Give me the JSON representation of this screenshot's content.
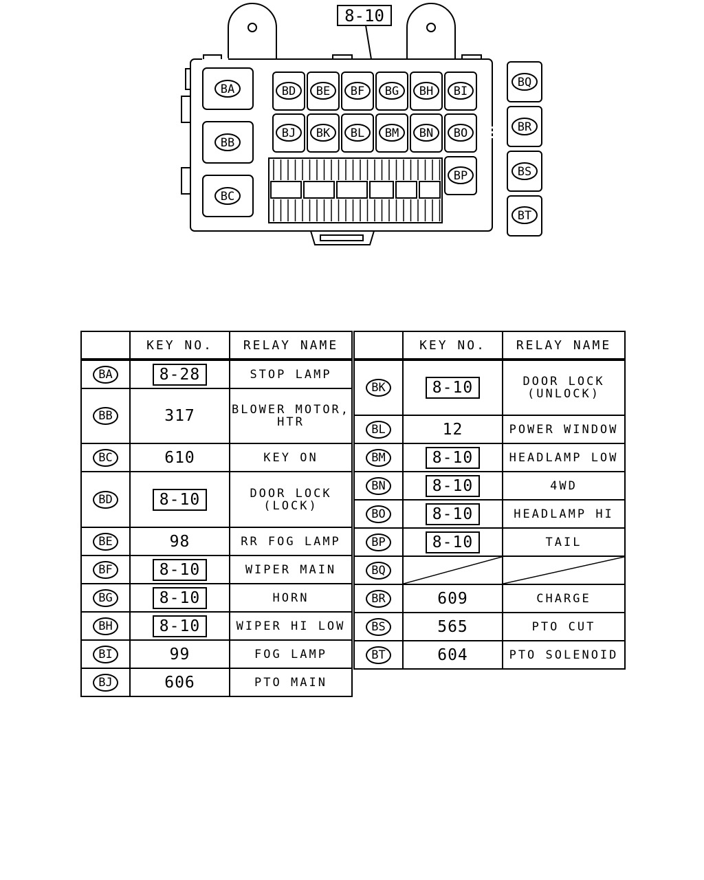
{
  "diagram": {
    "callout": "8-10",
    "tabs": {
      "BA": "BA",
      "BB": "BB",
      "BC": "BC",
      "BD": "BD",
      "BE": "BE",
      "BF": "BF",
      "BG": "BG",
      "BH": "BH",
      "BI": "BI",
      "BJ": "BJ",
      "BK": "BK",
      "BL": "BL",
      "BM": "BM",
      "BN": "BN",
      "BO": "BO",
      "BP": "BP",
      "BQ": "BQ",
      "BR": "BR",
      "BS": "BS",
      "BT": "BT"
    }
  },
  "table_left": {
    "headers": {
      "blank": "",
      "key_no": "KEY NO.",
      "relay_name": "RELAY NAME"
    },
    "rows": [
      {
        "id": "BA",
        "key": "8-28",
        "boxed": true,
        "name": "STOP LAMP"
      },
      {
        "id": "BB",
        "key": "317",
        "boxed": false,
        "name": "BLOWER MOTOR,\nHTR"
      },
      {
        "id": "BC",
        "key": "610",
        "boxed": false,
        "name": "KEY ON"
      },
      {
        "id": "BD",
        "key": "8-10",
        "boxed": true,
        "name": "DOOR LOCK\n(LOCK)"
      },
      {
        "id": "BE",
        "key": "98",
        "boxed": false,
        "name": "RR FOG LAMP"
      },
      {
        "id": "BF",
        "key": "8-10",
        "boxed": true,
        "name": "WIPER MAIN"
      },
      {
        "id": "BG",
        "key": "8-10",
        "boxed": true,
        "name": "HORN"
      },
      {
        "id": "BH",
        "key": "8-10",
        "boxed": true,
        "name": "WIPER HI LOW"
      },
      {
        "id": "BI",
        "key": "99",
        "boxed": false,
        "name": "FOG LAMP"
      },
      {
        "id": "BJ",
        "key": "606",
        "boxed": false,
        "name": "PTO MAIN"
      }
    ]
  },
  "table_right": {
    "headers": {
      "blank": "",
      "key_no": "KEY NO.",
      "relay_name": "RELAY NAME"
    },
    "rows": [
      {
        "id": "BK",
        "key": "8-10",
        "boxed": true,
        "name": "DOOR LOCK\n(UNLOCK)"
      },
      {
        "id": "BL",
        "key": "12",
        "boxed": false,
        "name": "POWER WINDOW"
      },
      {
        "id": "BM",
        "key": "8-10",
        "boxed": true,
        "name": "HEADLAMP LOW"
      },
      {
        "id": "BN",
        "key": "8-10",
        "boxed": true,
        "name": "4WD"
      },
      {
        "id": "BO",
        "key": "8-10",
        "boxed": true,
        "name": "HEADLAMP HI"
      },
      {
        "id": "BP",
        "key": "8-10",
        "boxed": true,
        "name": "TAIL"
      },
      {
        "id": "BQ",
        "key": "",
        "boxed": false,
        "name": ""
      },
      {
        "id": "BR",
        "key": "609",
        "boxed": false,
        "name": "CHARGE"
      },
      {
        "id": "BS",
        "key": "565",
        "boxed": false,
        "name": "PTO CUT"
      },
      {
        "id": "BT",
        "key": "604",
        "boxed": false,
        "name": "PTO SOLENOID"
      }
    ]
  }
}
